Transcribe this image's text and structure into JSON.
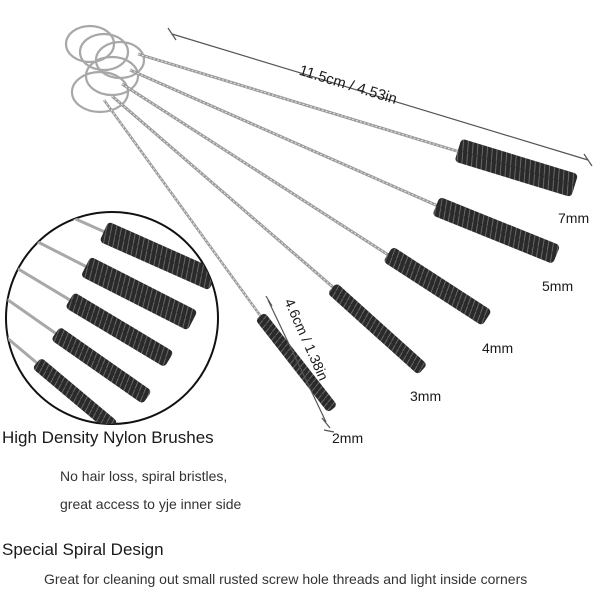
{
  "product": {
    "dimensions": {
      "overall_length": "11.5cm / 4.53in",
      "brush_length": "4.6cm / 1.38in"
    },
    "sizes": [
      "7mm",
      "5mm",
      "4mm",
      "3mm",
      "2mm"
    ],
    "features": [
      {
        "title": "High Density Nylon Brushes",
        "lines": [
          "No hair loss, spiral bristles,",
          "great access to yje inner side"
        ]
      },
      {
        "title": "Special Spiral Design",
        "lines": [
          "Great for cleaning out small rusted screw hole threads and light inside corners"
        ]
      }
    ]
  },
  "colors": {
    "bristle": "#1e1e1e",
    "wire": "#9a9a9a",
    "ring": "#a8a8a8",
    "dimension_line": "#555555"
  }
}
